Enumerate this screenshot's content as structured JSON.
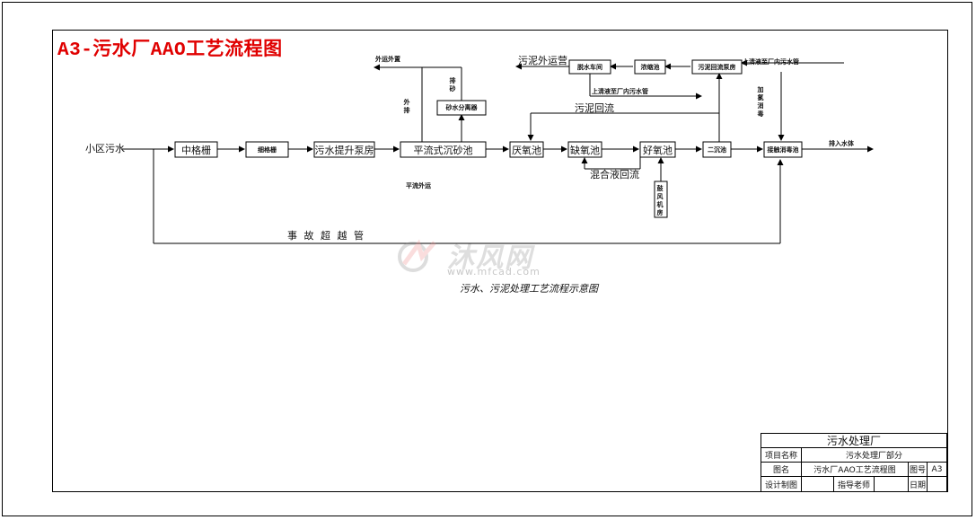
{
  "title": "A3-污水厂AAO工艺流程图",
  "caption": "污水、污泥处理工艺流程示意图",
  "watermark": {
    "brand": "沐风网",
    "url": "www.mfcad.com"
  },
  "inflow_label": "小区污水",
  "process_units": {
    "coarse_screen": "中格栅",
    "fine_screen": "细格栅",
    "lift_pump": "污水提升泵房",
    "grit_chamber": "平流式沉砂池",
    "anaerobic": "厌氧池",
    "anoxic": "缺氧池",
    "aerobic": "好氧池",
    "secondary_clarifier": "二沉池",
    "disinfection": "接触消毒池",
    "sand_separator": "砂水分离器",
    "sludge_thickener": "浓缩池",
    "dewatering": "脱水车间",
    "sludge_pump": "污泥回流泵房",
    "blower": "鼓风机房"
  },
  "labels": {
    "sand_out": "外运外置",
    "discharge_side": "外排",
    "sand_mud": "排砂",
    "grit_note": "平流外运",
    "sludge_out": "污泥外运营",
    "supernatant_top": "上清液至厂内污水管",
    "supernatant_bottom": "上清液至厂内污水管",
    "sludge_return": "污泥回流",
    "mixed_return": "混合液回流",
    "add_disinfectant": "加氯消毒",
    "effluent": "排入水体",
    "bypass": "事 故 超 越 管"
  },
  "title_block": {
    "company": "污水处理厂",
    "project_label": "项目名称",
    "project_value": "污水处理厂部分",
    "drawing_label": "图名",
    "drawing_value": "污水厂AAO工艺流程图",
    "number_label": "图号",
    "number_value": "A3",
    "designer_label": "设计制图",
    "advisor_label": "指导老师",
    "date_label": "日期"
  }
}
